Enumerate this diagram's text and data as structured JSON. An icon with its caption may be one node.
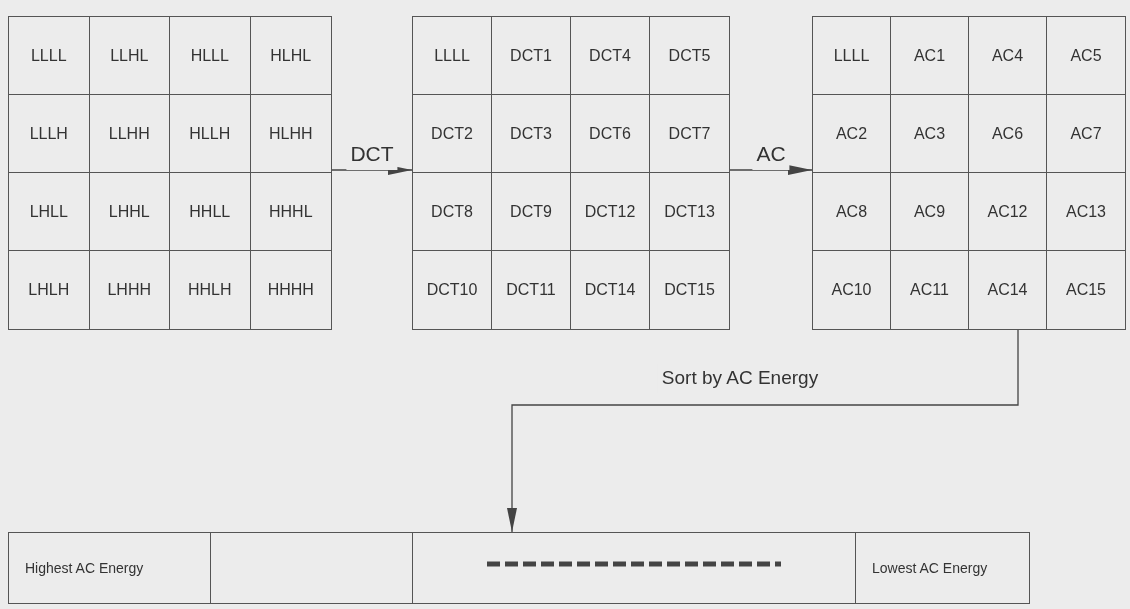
{
  "diagram": {
    "nodes": [
      {
        "text": [],
        "shape": "box"
      },
      {
        "text": [
          "LLLL"
        ],
        "in": 0
      },
      {
        "text": [
          "LLHL"
        ],
        "in": 0
      },
      {
        "text": [
          "HLLL"
        ],
        "in": 0
      },
      {
        "text": [
          "HLHL"
        ],
        "in": 0
      },
      {
        "text": [
          "LLLH"
        ],
        "in": 0
      },
      {
        "text": [
          "LLHH"
        ],
        "in": 0
      },
      {
        "text": [
          "HLLH"
        ],
        "in": 0
      },
      {
        "text": [
          "HLHH"
        ],
        "in": 0
      },
      {
        "text": [
          "LHLL"
        ],
        "in": 0
      },
      {
        "text": [
          "LHHL"
        ],
        "in": 0
      },
      {
        "text": [
          "HHLL"
        ],
        "in": 0
      },
      {
        "text": [
          "HHHL"
        ],
        "in": 0
      },
      {
        "text": [
          "LHLH"
        ],
        "in": 0
      },
      {
        "text": [
          "LHHH"
        ],
        "in": 0
      },
      {
        "text": [
          "HHLH"
        ],
        "in": 0
      },
      {
        "text": [
          "HHHH"
        ],
        "in": 0
      },
      {
        "text": [],
        "shape": "box"
      },
      {
        "text": [
          "LLLL"
        ],
        "in": 17
      },
      {
        "text": [
          "DCT1"
        ],
        "in": 17
      },
      {
        "text": [
          "DCT4"
        ],
        "in": 17
      },
      {
        "text": [
          "DCT5"
        ],
        "in": 17
      },
      {
        "text": [
          "DCT2"
        ],
        "in": 17
      },
      {
        "text": [
          "DCT3"
        ],
        "in": 17
      },
      {
        "text": [
          "DCT6"
        ],
        "in": 17
      },
      {
        "text": [
          "DCT7"
        ],
        "in": 17
      },
      {
        "text": [
          "DCT8"
        ],
        "in": 17
      },
      {
        "text": [
          "DCT9"
        ],
        "in": 17
      },
      {
        "text": [
          "DCT12"
        ],
        "in": 17
      },
      {
        "text": [
          "DCT13"
        ],
        "in": 17
      },
      {
        "text": [
          "DCT10"
        ],
        "in": 17
      },
      {
        "text": [
          "DCT11"
        ],
        "in": 17
      },
      {
        "text": [
          "DCT14"
        ],
        "in": 17
      },
      {
        "text": [
          "DCT15"
        ],
        "in": 17
      },
      {
        "text": [],
        "shape": "box"
      },
      {
        "text": [
          "LLLL"
        ],
        "in": 34
      },
      {
        "text": [
          "AC1"
        ],
        "in": 34
      },
      {
        "text": [
          "AC4"
        ],
        "in": 34
      },
      {
        "text": [
          "AC5"
        ],
        "in": 34
      },
      {
        "text": [
          "AC2"
        ],
        "in": 34
      },
      {
        "text": [
          "AC3"
        ],
        "in": 34
      },
      {
        "text": [
          "AC6"
        ],
        "in": 34
      },
      {
        "text": [
          "AC7"
        ],
        "in": 34
      },
      {
        "text": [
          "AC8"
        ],
        "in": 34
      },
      {
        "text": [
          "AC9"
        ],
        "in": 34
      },
      {
        "text": [
          "AC12"
        ],
        "in": 34
      },
      {
        "text": [
          "AC13"
        ],
        "in": 34
      },
      {
        "text": [
          "AC10"
        ],
        "in": 34
      },
      {
        "text": [
          "AC11"
        ],
        "in": 34
      },
      {
        "text": [
          "AC14"
        ],
        "in": 34
      },
      {
        "text": [
          "AC15"
        ],
        "in": 34
      },
      {
        "text": [],
        "shape": "box"
      },
      {
        "text": [
          "Highest AC Energy"
        ],
        "in": 51
      },
      {
        "text": [],
        "shape": "box",
        "in": 51
      },
      {
        "text": [],
        "shape": "box",
        "in": 51
      },
      {
        "text": [
          "Lowest AC Energy"
        ],
        "in": 51
      }
    ],
    "edges": [
      {
        "from": 0,
        "to": 17,
        "arrow": "to",
        "label": "DCT"
      },
      {
        "from": 17,
        "to": 34,
        "arrow": "to",
        "label": "AC"
      },
      {
        "from": 34,
        "to": 51,
        "arrow": "to",
        "label": "Sort by AC Energy"
      }
    ]
  }
}
